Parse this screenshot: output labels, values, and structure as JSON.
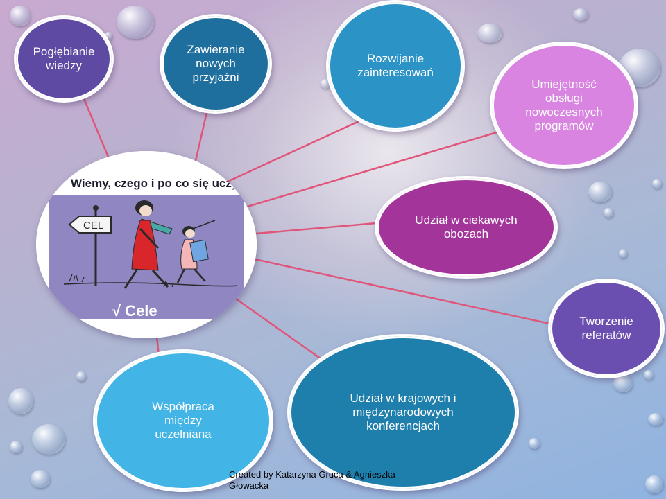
{
  "bubbles": {
    "poglebianie": {
      "line1": "Pogłębianie",
      "line2": "wiedzy"
    },
    "zawieranie": {
      "line1": "Zawieranie",
      "line2": "nowych",
      "line3": "przyjaźni"
    },
    "rozwijanie": {
      "line1": "Rozwijanie",
      "line2": "zainteresowań"
    },
    "umiejetnosc": {
      "line1": "Umiejętność",
      "line2": "obsługi",
      "line3": "nowoczesnych",
      "line4": "programów"
    },
    "obozy": {
      "line1": "Udział w ciekawych",
      "line2": "obozach"
    },
    "referaty": {
      "line1": "Tworzenie",
      "line2": "referatów"
    },
    "wspolpraca": {
      "line1": "Współpraca",
      "line2": "między",
      "line3": "uczelniana"
    },
    "konferencje": {
      "line1": "Udział w krajowych i",
      "line2": "międzynarodowych",
      "line3": "konferencjach"
    }
  },
  "center_image": {
    "headline": "Wiemy, czego i po co się uczymy",
    "sign": "CEL",
    "footer": "√ Cele"
  },
  "credit": {
    "line1": "Created by Katarzyna Gruca & Agnieszka",
    "line2": "Głowacka"
  },
  "colors": {
    "connector": "#e0557a",
    "poglebianie": "#5e4aa3",
    "zawieranie": "#1f6f9e",
    "rozwijanie": "#2b93c6",
    "umiejetnosc": "#d884e0",
    "obozy": "#a3349a",
    "referaty": "#6a4fb0",
    "wspolpraca": "#42b4e6",
    "konferencje": "#1e7eac"
  }
}
